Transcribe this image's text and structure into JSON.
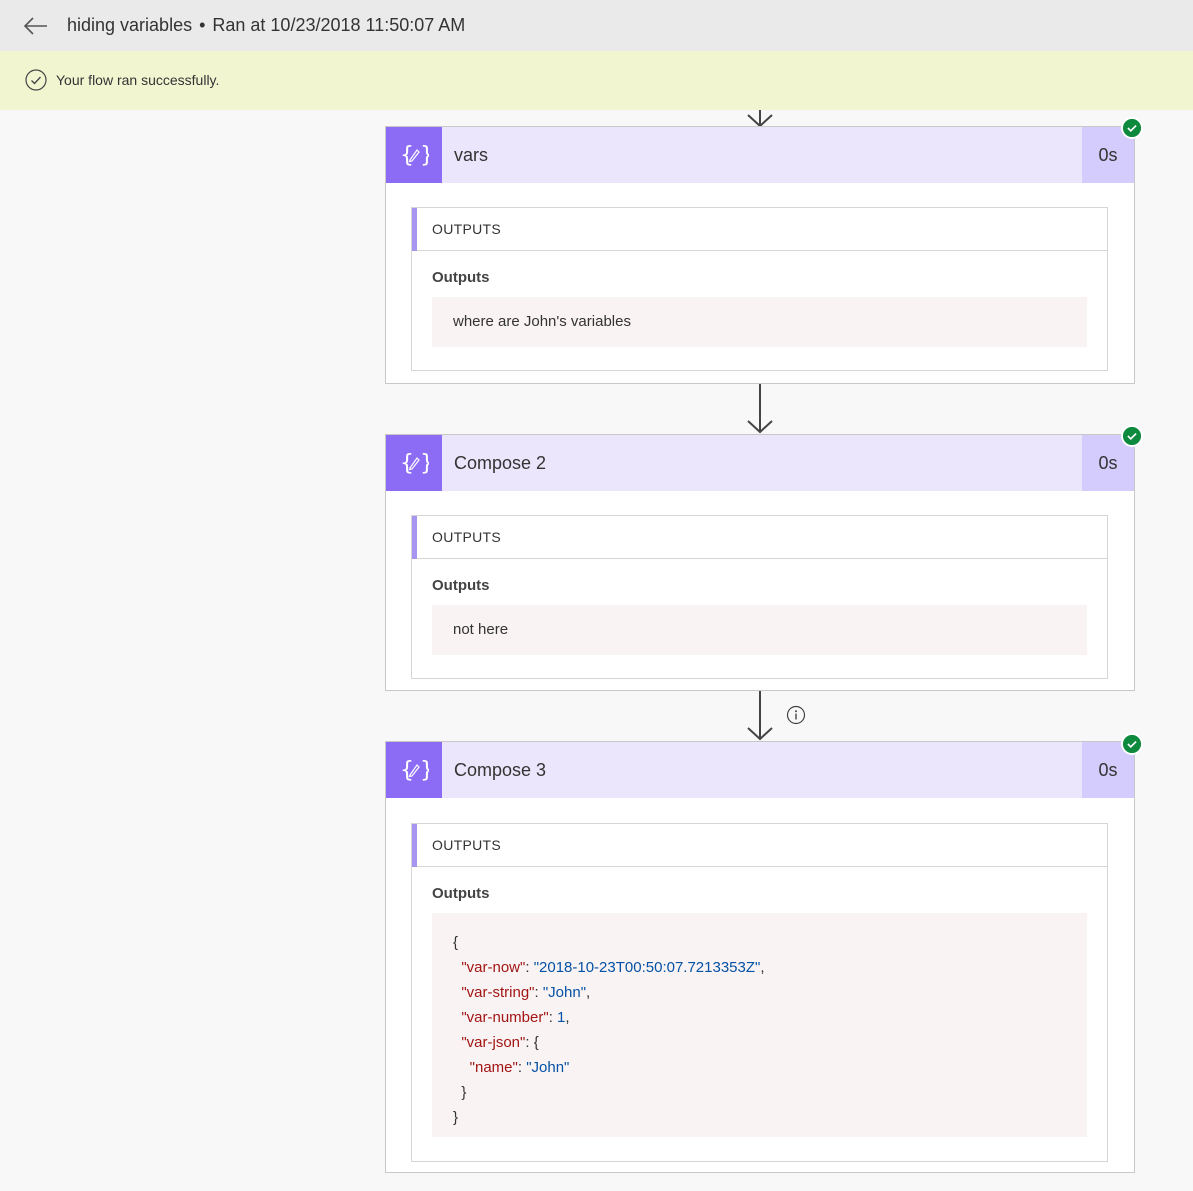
{
  "header": {
    "flow_name": "hiding variables",
    "separator": "•",
    "run_info": "Ran at 10/23/2018 11:50:07 AM",
    "back_icon": "arrow-left-icon"
  },
  "banner": {
    "message": "Your flow ran successfully.",
    "icon": "check-circle-icon",
    "color": "#f1f6d1"
  },
  "colors": {
    "action_icon_bg": "#8c6cf5",
    "action_header_bg": "#ebe6fb",
    "duration_bg": "#d4ccfc",
    "success": "#0e8a3e"
  },
  "actions": [
    {
      "title": "vars",
      "duration": "0s",
      "status": "succeeded",
      "outputs_header": "OUTPUTS",
      "outputs_label": "Outputs",
      "value": "where are John's variables"
    },
    {
      "title": "Compose 2",
      "duration": "0s",
      "status": "succeeded",
      "outputs_header": "OUTPUTS",
      "outputs_label": "Outputs",
      "value": "not here"
    },
    {
      "title": "Compose 3",
      "duration": "0s",
      "status": "succeeded",
      "outputs_header": "OUTPUTS",
      "outputs_label": "Outputs",
      "json": {
        "open": "{",
        "close": "}",
        "var_now_key": "\"var-now\"",
        "var_now_val": "\"2018-10-23T00:50:07.7213353Z\"",
        "var_string_key": "\"var-string\"",
        "var_string_val": "\"John\"",
        "var_number_key": "\"var-number\"",
        "var_number_val": "1",
        "var_json_key": "\"var-json\"",
        "name_key": "\"name\"",
        "name_val": "\"John\""
      }
    }
  ],
  "connector_info_icon": "info-icon"
}
